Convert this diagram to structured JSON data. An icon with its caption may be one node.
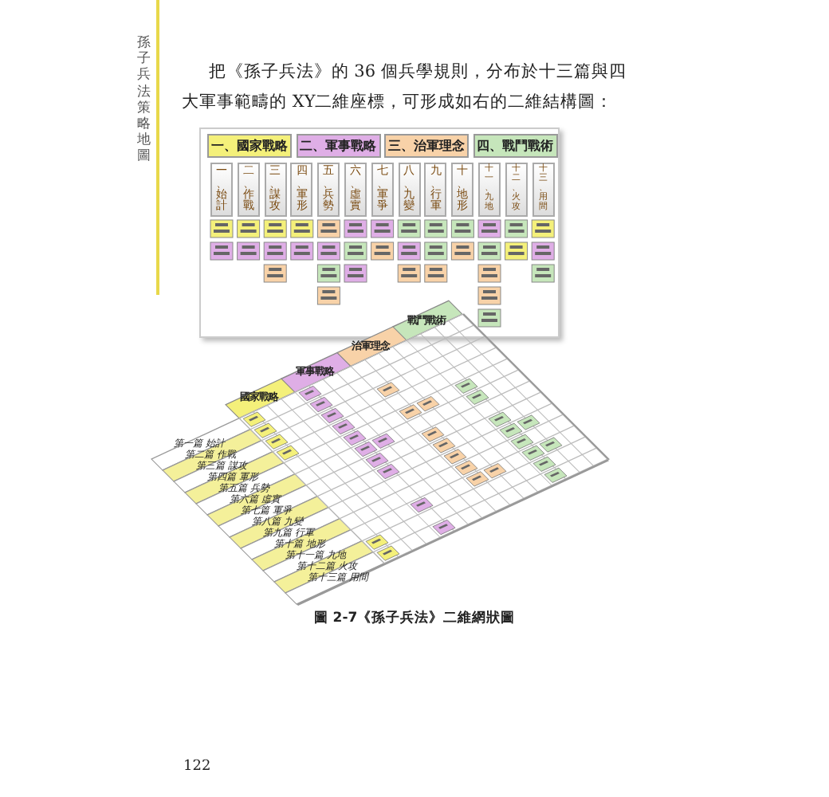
{
  "diagram": {
    "caption": "圖 2-7《孫子兵法》二維網狀圖",
    "nodes": [
      {
        "text": [
          "一、國家戰略"
        ]
      },
      {
        "text": [
          "二、軍事戰略"
        ]
      },
      {
        "text": [
          "三、治軍理念"
        ]
      },
      {
        "text": [
          "四、戰鬥戰術"
        ]
      },
      {
        "text": [
          "一、始計"
        ]
      },
      {
        "text": [
          "二、作戰"
        ]
      },
      {
        "text": [
          "三、謀攻"
        ]
      },
      {
        "text": [
          "四、軍形"
        ]
      },
      {
        "text": [
          "五、兵勢"
        ]
      },
      {
        "text": [
          "六、虛實"
        ]
      },
      {
        "text": [
          "七、軍爭"
        ]
      },
      {
        "text": [
          "八、九變"
        ]
      },
      {
        "text": [
          "九、行軍"
        ]
      },
      {
        "text": [
          "十、地形"
        ]
      },
      {
        "text": [
          "十一、九地"
        ]
      },
      {
        "text": [
          "十二、火攻"
        ]
      },
      {
        "text": [
          "十三、用間"
        ]
      },
      {
        "text": [
          "國家戰略"
        ]
      },
      {
        "text": [
          "軍事戰略"
        ]
      },
      {
        "text": [
          "治軍理念"
        ]
      },
      {
        "text": [
          "戰鬥戰術"
        ]
      },
      {
        "text": [
          "第一篇 始計"
        ]
      },
      {
        "text": [
          "第二篇 作戰"
        ]
      },
      {
        "text": [
          "第三篇 謀攻"
        ]
      },
      {
        "text": [
          "第四篇 軍形"
        ]
      },
      {
        "text": [
          "第五篇 兵勢"
        ]
      },
      {
        "text": [
          "第六篇 虛實"
        ]
      },
      {
        "text": [
          "第七篇 軍爭"
        ]
      },
      {
        "text": [
          "第八篇 九變"
        ]
      },
      {
        "text": [
          "第九篇 行軍"
        ]
      },
      {
        "text": [
          "第十篇 地形"
        ]
      },
      {
        "text": [
          "第十一篇 九地"
        ]
      },
      {
        "text": [
          "第十二篇 火攻"
        ]
      },
      {
        "text": [
          "第十三篇 用間"
        ]
      }
    ],
    "labels": [
      "孫子兵法策略地圖",
      "把《孫子兵法》的 36 個兵學規則，分布於十三篇與四大軍事範疇的 XY二維座標，可形成如右的二維結構圖：",
      "122"
    ]
  }
}
